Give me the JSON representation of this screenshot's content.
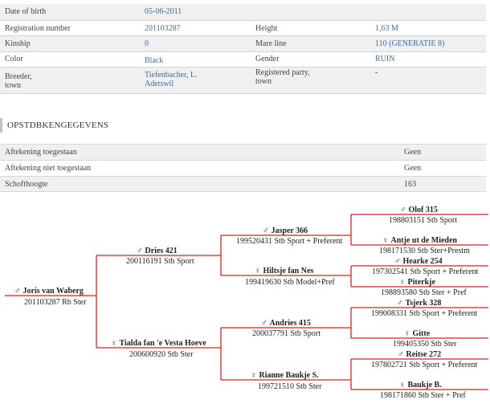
{
  "info": {
    "dob_label": "Date of birth",
    "dob_value": "05-06-2011",
    "reg_label": "Registration number",
    "reg_value": "201103287",
    "height_label": "Height",
    "height_value": "1,63 M",
    "kinship_label": "Kinship",
    "kinship_value": "0",
    "mare_label": "Mare line",
    "mare_value": "110 (GENERATIE 8)",
    "color_label": "Color",
    "color_value": "Black",
    "gender_label": "Gender",
    "gender_value": "RUIN",
    "breeder_label_1": "Breeder,",
    "breeder_label_2": "town",
    "breeder_value_1": "Tiefenbacher, L.",
    "breeder_value_2": "Adetswil",
    "regparty_label_1": "Registered party,",
    "regparty_label_2": "town",
    "regparty_value": "-"
  },
  "section": {
    "title": "OPSTDBKENGEGEVENS"
  },
  "studbook": [
    {
      "label": "Aftekening toegestaan",
      "value": "Geen"
    },
    {
      "label": "Aftekening niet toegestaan",
      "value": "Geen"
    },
    {
      "label": "Schofthoogte",
      "value": "163"
    }
  ],
  "symbols": {
    "male": "♂",
    "female": "♀"
  },
  "pedigree": {
    "self": {
      "name": "Joris van Waberg",
      "sub": "201103287 Rb Ster"
    },
    "sire": {
      "name": "Dries 421",
      "sub": "200116191 Stb Sport"
    },
    "dam": {
      "name": "Tialda fan 'e Vesta Hoeve",
      "sub": "200600920 Stb Ster"
    },
    "ss": {
      "name": "Jasper 366",
      "sub": "199520431 Stb Sport + Preferent"
    },
    "sd": {
      "name": "Hiltsje fan Nes",
      "sub": "199419630 Stb Model+Pref"
    },
    "ds": {
      "name": "Andries 415",
      "sub": "200037791 Stb Sport"
    },
    "dd": {
      "name": "Rianne Baukje S.",
      "sub": "199721510 Stb Ster"
    },
    "sss": {
      "name": "Olof 315",
      "sub": "198803151 Stb Sport"
    },
    "ssd": {
      "name": "Antje ut de Mieden",
      "sub": "198171530 Stb Ster+Prestm"
    },
    "sds": {
      "name": "Hearke 254",
      "sub": "197302541 Stb Sport + Preferent"
    },
    "sdd": {
      "name": "Piterkje",
      "sub": "198893580 Stb Ster + Pref"
    },
    "dss": {
      "name": "Tsjerk 328",
      "sub": "199008331 Stb Sport + Preferent"
    },
    "dsd": {
      "name": "Gitte",
      "sub": "199405350 Stb Ster"
    },
    "dds": {
      "name": "Reitse 272",
      "sub": "197802721 Stb Sport + Preferent"
    },
    "ddd": {
      "name": "Baukje B.",
      "sub": "198171860 Stb Ster + Pref"
    }
  }
}
